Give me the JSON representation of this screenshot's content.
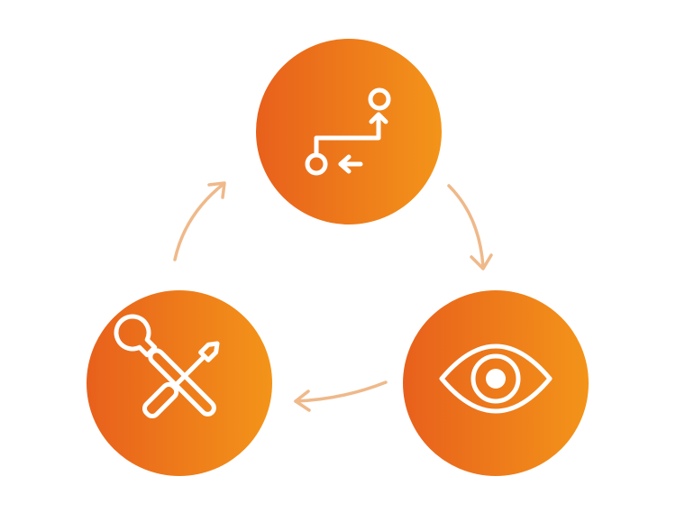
{
  "diagram": {
    "kind": "cycle",
    "colors": {
      "gradient_start": "#e8601c",
      "gradient_end": "#f39419",
      "icon": "#ffffff",
      "arrow": "#efb98a",
      "background": "#ffffff"
    },
    "nodes": [
      {
        "id": "plan",
        "icon": "route-path-icon"
      },
      {
        "id": "monitor",
        "icon": "eye-icon"
      },
      {
        "id": "fix",
        "icon": "tools-icon"
      }
    ],
    "edges": [
      {
        "from": "plan",
        "to": "monitor"
      },
      {
        "from": "monitor",
        "to": "fix"
      },
      {
        "from": "fix",
        "to": "plan"
      }
    ]
  }
}
